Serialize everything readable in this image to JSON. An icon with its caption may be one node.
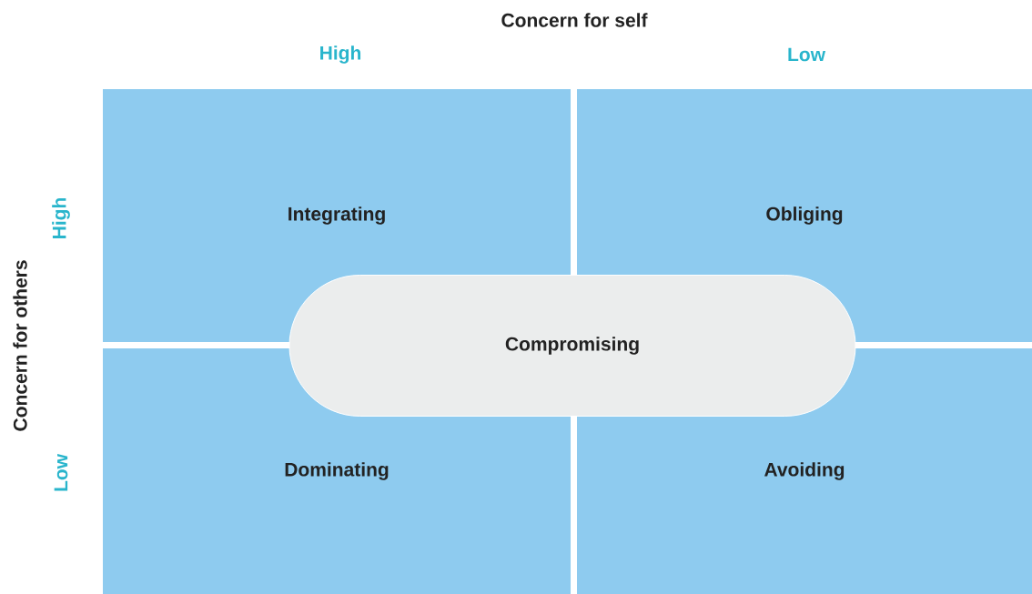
{
  "diagram": {
    "nodes": [
      {
        "text": [
          "Integrating"
        ]
      },
      {
        "text": [
          "Obliging"
        ]
      },
      {
        "text": [
          "Dominating"
        ]
      },
      {
        "text": [
          "Avoiding"
        ]
      },
      {
        "text": [
          "Compromising"
        ]
      }
    ],
    "labels": [
      "Concern for self",
      "High",
      "Low",
      "Concern for others",
      "High",
      "Low"
    ]
  }
}
